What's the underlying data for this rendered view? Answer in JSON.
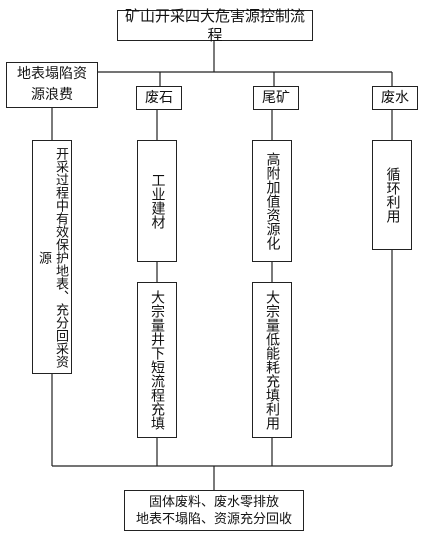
{
  "title": "矿山开采四大危害源控制流程",
  "hazards": [
    {
      "label": "地表塌陷资源浪费"
    },
    {
      "label": "废石"
    },
    {
      "label": "尾矿"
    },
    {
      "label": "废水"
    }
  ],
  "measures": [
    {
      "label": "开采过程中有效保护地表、充分回采资源"
    },
    {
      "label": "工业建材"
    },
    {
      "label": "高附加值资源化"
    },
    {
      "label": "循环利用"
    }
  ],
  "secondary_measures": [
    {
      "label": "大宗量井下短流程充填"
    },
    {
      "label": "大宗量低能耗充填利用"
    }
  ],
  "result": {
    "line1": "固体废料、废水零排放",
    "line2": "地表不塌陷、资源充分回收"
  }
}
